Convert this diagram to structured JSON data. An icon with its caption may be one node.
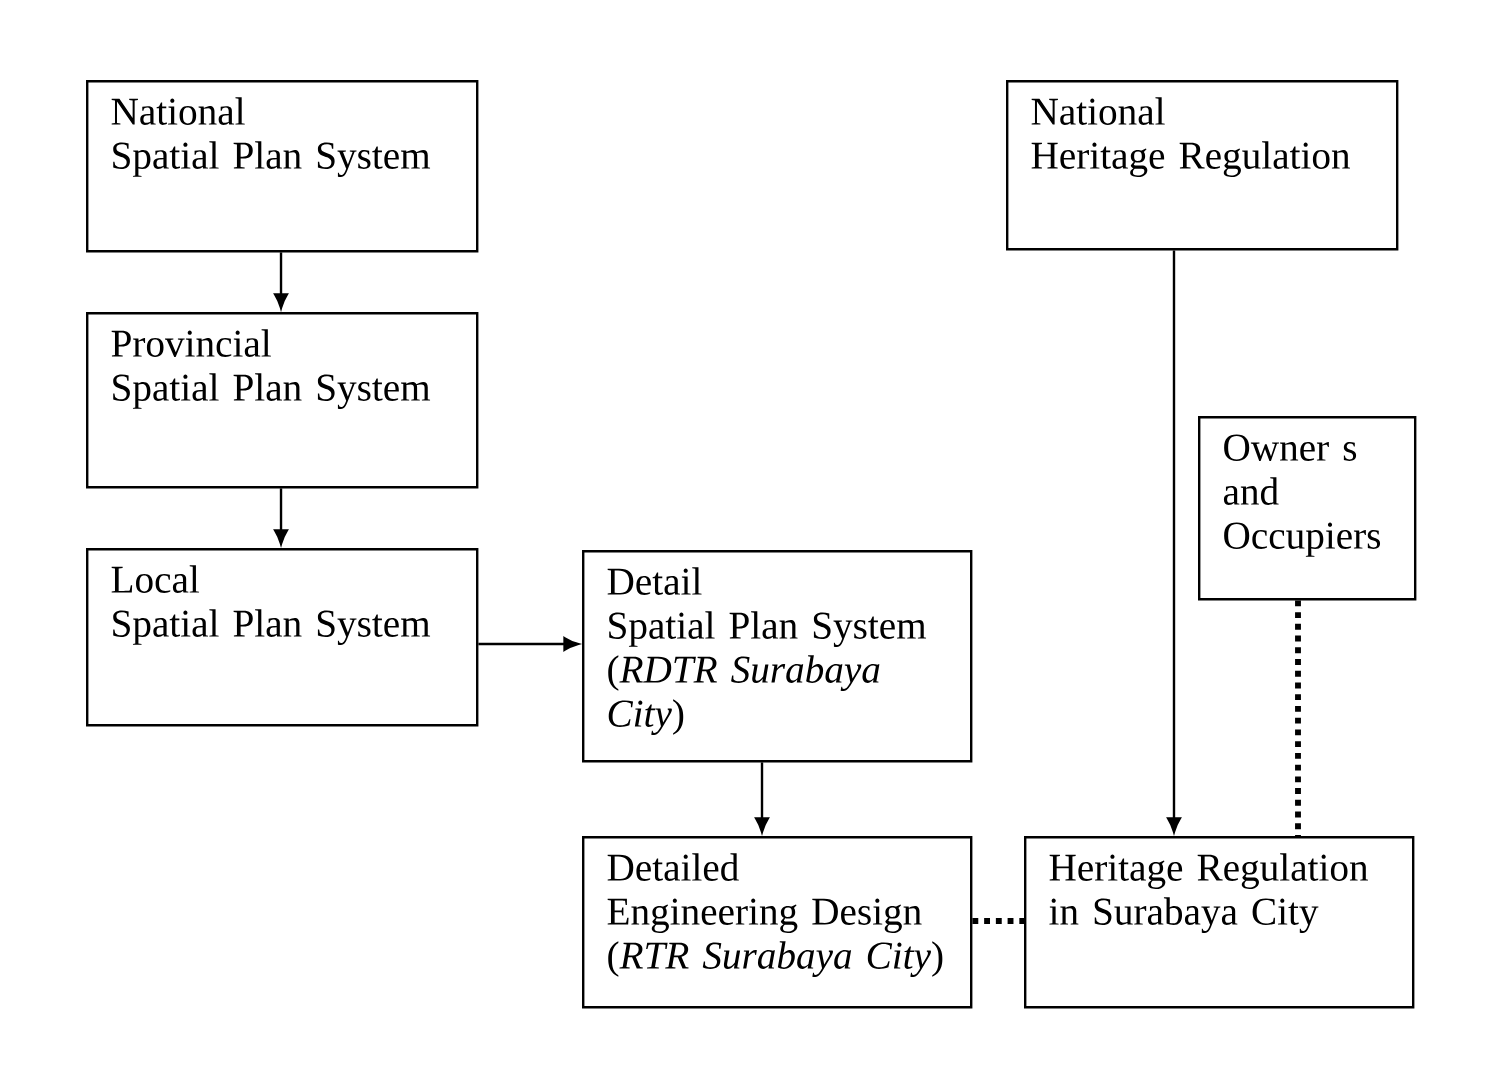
{
  "diagram": {
    "nodes": [
      {
        "text": [
          "National Spatial Plan System"
        ]
      },
      {
        "text": [
          "Provincial Spatial Plan System"
        ]
      },
      {
        "text": [
          "Local Spatial Plan System"
        ]
      },
      {
        "text": [
          "Detail Spatial Plan System (*RDTR Surabaya City*)"
        ]
      },
      {
        "text": [
          "Detailed Engineering Design (*RTR Surabaya City*)"
        ]
      },
      {
        "text": [
          "National Heritage Regulation"
        ]
      },
      {
        "text": [
          "Owner s and Occupiers"
        ]
      },
      {
        "text": [
          "Heritage Regulation in Surabaya City"
        ]
      }
    ],
    "edges": [
      {
        "from": 0,
        "to": 1,
        "arrow": "to"
      },
      {
        "from": 1,
        "to": 2,
        "arrow": "to"
      },
      {
        "from": 2,
        "to": 3,
        "arrow": "to"
      },
      {
        "from": 3,
        "to": 4,
        "arrow": "to"
      },
      {
        "from": 5,
        "to": 7,
        "arrow": "to"
      },
      {
        "from": 6,
        "to": 7,
        "arrow": "none",
        "style": "dashed"
      },
      {
        "from": 4,
        "to": 7,
        "arrow": "none",
        "style": "dashed"
      }
    ]
  }
}
